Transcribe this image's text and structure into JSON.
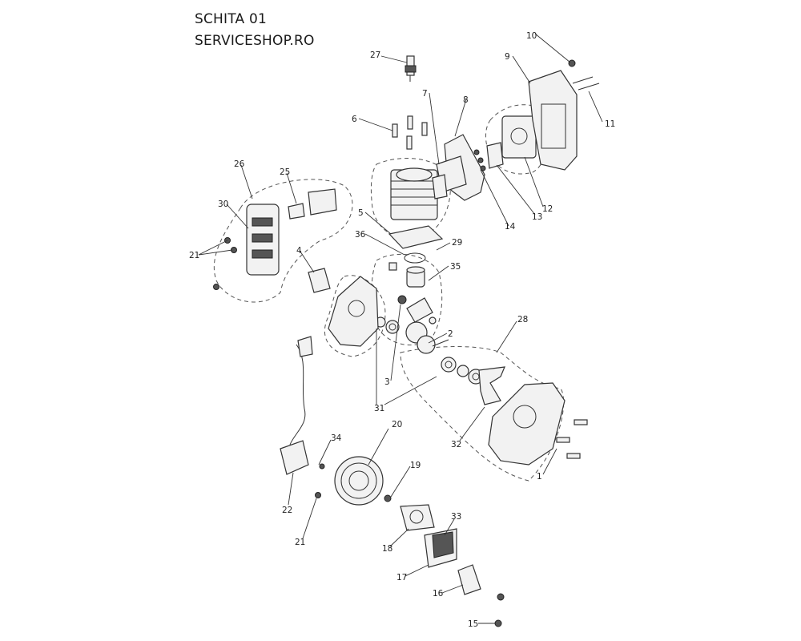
{
  "header": {
    "title": "SCHITA 01",
    "site": "SERVICESHOP.RO"
  },
  "callouts": [
    "27",
    "10",
    "9",
    "7",
    "8",
    "6",
    "11",
    "26",
    "25",
    "30",
    "5",
    "36",
    "29",
    "12",
    "13",
    "14",
    "21",
    "4",
    "35",
    "28",
    "2",
    "3",
    "31",
    "32",
    "20",
    "34",
    "19",
    "1",
    "22",
    "21",
    "33",
    "18",
    "17",
    "16",
    "15"
  ],
  "colors": {
    "line": "#333333",
    "background": "#ffffff"
  }
}
